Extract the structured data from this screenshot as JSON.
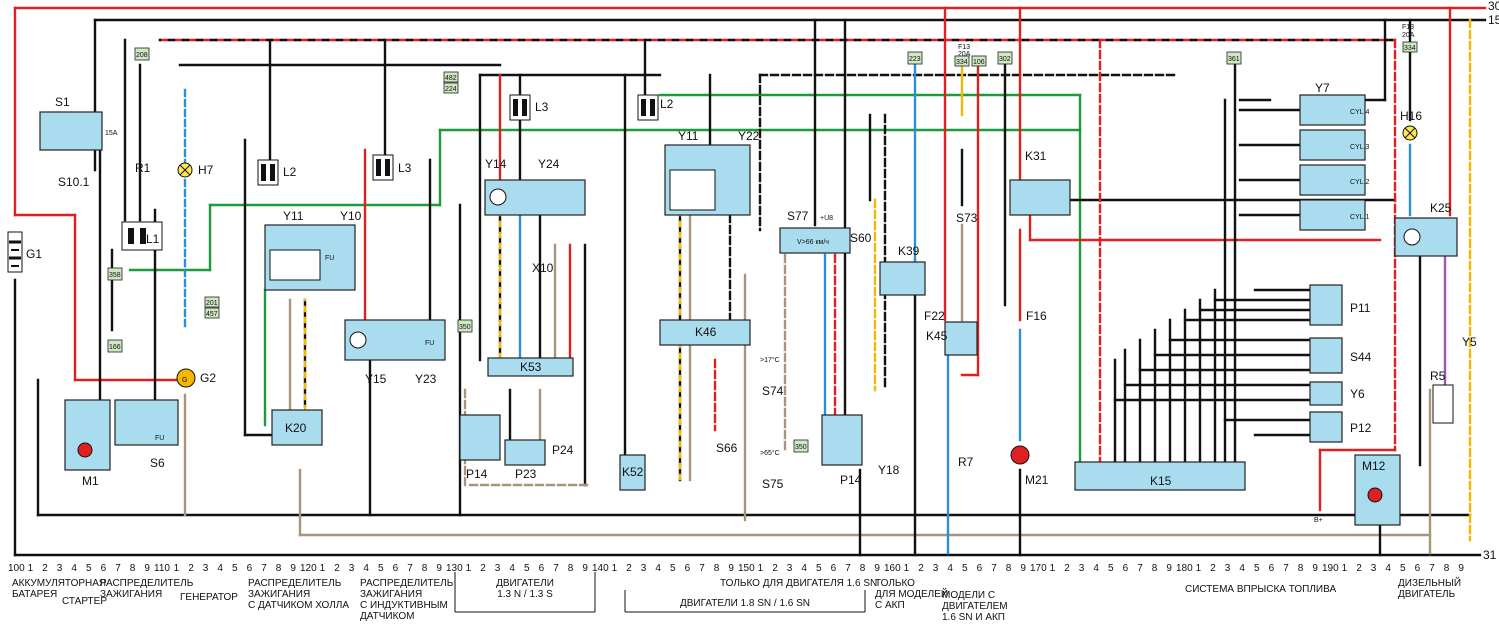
{
  "rails": {
    "r30": "30",
    "r15": "15",
    "r31": "31"
  },
  "components": {
    "S1": "S1",
    "S10_1": "S10.1",
    "R1": "R1",
    "H7": "H7",
    "G1": "G1",
    "L1": "L1",
    "G2": "G2",
    "M1": "M1",
    "S6": "S6",
    "Y11a": "Y11",
    "Y10": "Y10",
    "L2a": "L2",
    "L3a": "L3",
    "K20": "K20",
    "Y15": "Y15",
    "Y23": "Y23",
    "Y14": "Y14",
    "Y24": "Y24",
    "L3b": "L3",
    "X10": "X10",
    "K53": "K53",
    "P14a": "P14",
    "P23": "P23",
    "P24": "P24",
    "L2b": "L2",
    "Y11b": "Y11",
    "Y22": "Y22",
    "K46": "K46",
    "K52": "K52",
    "S66": "S66",
    "S77": "S77",
    "S74": "S74",
    "S75": "S75",
    "P14b": "P14",
    "S60": "S60",
    "K39": "K39",
    "Y18": "Y18",
    "F22": "F22",
    "K45": "K45",
    "R7": "R7",
    "S73": "S73",
    "K31": "K31",
    "F16": "F16",
    "M21": "M21",
    "Y7": "Y7",
    "P11": "P11",
    "S44": "S44",
    "Y6": "Y6",
    "P12": "P12",
    "K15": "K15",
    "H16": "H16",
    "K25": "K25",
    "Y5": "Y5",
    "R5": "R5",
    "M12": "M12"
  },
  "small_labels": {
    "cyl4": "CYL.4",
    "cyl3": "CYL.3",
    "cyl2": "CYL.2",
    "cyl1": "CYL.1",
    "s77_text": "V>66 км/ч",
    "s77_u8": "+U8",
    "s74_temp": ">17°C",
    "s75_temp": ">65°C",
    "bplus": "B+",
    "f13": "F13",
    "f13a": "20A",
    "f15": "F13",
    "f15a": "20A",
    "fu": "FU",
    "a15": "15A"
  },
  "tags": {
    "t208": "208",
    "t358": "358",
    "t166": "166",
    "t201": "201",
    "t457": "457",
    "t482": "482",
    "t224": "224",
    "t350a": "350",
    "t223": "223",
    "t334a": "334",
    "t106": "106",
    "t302": "302",
    "t361": "361",
    "t334b": "334",
    "t350b": "350"
  },
  "scale": {
    "marks": [
      "100",
      "1",
      "2",
      "3",
      "4",
      "5",
      "6",
      "7",
      "8",
      "9",
      "110",
      "1",
      "2",
      "3",
      "4",
      "5",
      "6",
      "7",
      "8",
      "9",
      "120",
      "1",
      "2",
      "3",
      "4",
      "5",
      "6",
      "7",
      "8",
      "9",
      "130",
      "1",
      "2",
      "3",
      "4",
      "5",
      "6",
      "7",
      "8",
      "9",
      "140",
      "1",
      "2",
      "3",
      "4",
      "5",
      "6",
      "7",
      "8",
      "9",
      "150",
      "1",
      "2",
      "3",
      "4",
      "5",
      "6",
      "7",
      "8",
      "9",
      "160",
      "1",
      "2",
      "3",
      "4",
      "5",
      "6",
      "7",
      "8",
      "9",
      "170",
      "1",
      "2",
      "3",
      "4",
      "5",
      "6",
      "7",
      "8",
      "9",
      "180",
      "1",
      "2",
      "3",
      "4",
      "5",
      "6",
      "7",
      "8",
      "9",
      "190",
      "1",
      "2",
      "3",
      "4",
      "5",
      "6",
      "7",
      "8",
      "9"
    ]
  },
  "captions": {
    "c1": "АККУМУЛЯТОРНАЯ\nБАТАРЕЯ",
    "c2": "СТАРТЕР",
    "c3": "РАСПРЕДЕЛИТЕЛЬ\nЗАЖИГАНИЯ",
    "c4": "ГЕНЕРАТОР",
    "c5": "РАСПРЕДЕЛИТЕЛЬ\nЗАЖИГАНИЯ\nС ДАТЧИКОМ ХОЛЛА",
    "c6": "РАСПРЕДЕЛИТЕЛЬ\nЗАЖИГАНИЯ\nС ИНДУКТИВНЫМ\nДАТЧИКОМ",
    "c7": "ДВИГАТЕЛИ\n1.3 N / 1.3 S",
    "c8": "ТОЛЬКО ДЛЯ ДВИГАТЕЛЯ 1.6 SN",
    "c9": "ДВИГАТЕЛИ 1.8 SN / 1.6 SN",
    "c10": "ТОЛЬКО\nДЛЯ МОДЕЛЕЙ\nС АКП",
    "c11": "МОДЕЛИ С\nДВИГАТЕЛЕМ\n1.6 SN И АКП",
    "c12": "СИСТЕМА ВПРЫСКА ТОПЛИВА",
    "c13": "ДИЗЕЛЬНЫЙ\nДВИГАТЕЛЬ"
  }
}
